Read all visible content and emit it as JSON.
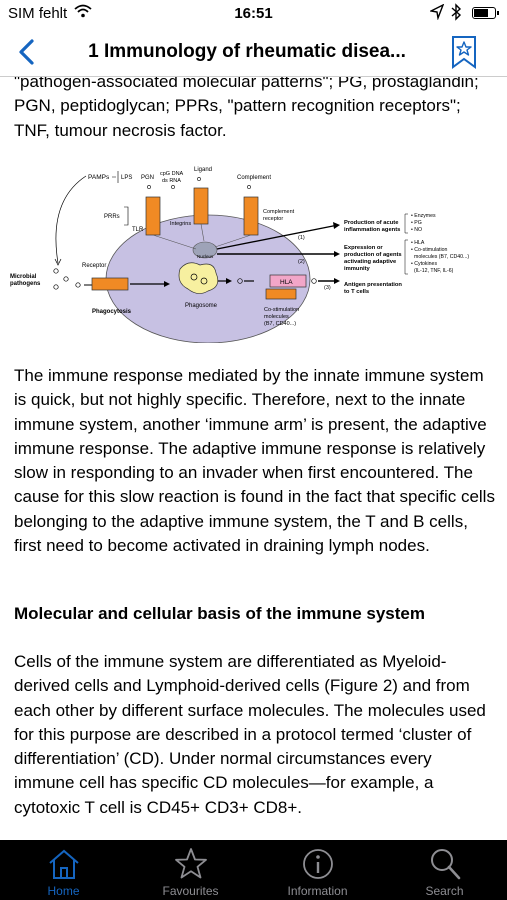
{
  "status": {
    "carrier": "SIM fehlt",
    "time": "16:51"
  },
  "nav": {
    "title": "1 Immunology of rheumatic disea..."
  },
  "article": {
    "para0": "\"pathogen-associated molecular patterns\"; PG, prostaglandin; PGN, peptidoglycan; PPRs, \"pattern recognition receptors\"; TNF, tumour necrosis factor.",
    "para1": "The immune response mediated by the innate immune system is quick, but not highly specific. Therefore, next to the innate immune system, another ‘immune arm’ is present, the adaptive immune response. The adaptive immune response is relatively slow in responding to an invader when first encountered. The cause for this slow reaction is found in the fact that specific cells belonging to the adaptive immune system, the T and B cells, first need to become activated in draining lymph nodes.",
    "heading": "Molecular and cellular basis of the immune system",
    "para2": "Cells of the immune system are differentiated as Myeloid-derived cells and Lymphoid-derived cells (Figure 2) and from each other by different surface molecules. The molecules used for this purpose are described in a protocol termed ‘cluster of differentiation’ (CD). Under normal circumstances every immune cell has specific CD molecules—for example, a cytotoxic T cell is CD45+ CD3+ CD8+."
  },
  "figure": {
    "pamps": "PAMPs",
    "lps": "LPS",
    "pgn": "PGN",
    "cpg1": "cpG DNA",
    "cpg2": "ds RNA",
    "ligand": "Ligand",
    "complement": "Complement",
    "prrs": "PRRs",
    "tlr": "TLR",
    "integrins": "Integrins",
    "nucleus": "Nucleus",
    "comp_rec1": "Complement",
    "comp_rec2": "receptor",
    "microbial1": "Microbial",
    "microbial2": "pathogens",
    "receptor": "Receptor",
    "phagocytosis": "Phagocytosis",
    "phagosome": "Phagosome",
    "hla": "HLA",
    "costim1": "Co-stimulation",
    "costim2": "molecules",
    "costim3": "(B7, CD40...)",
    "n1": "(1)",
    "n2": "(2)",
    "n3": "(3)",
    "out1a": "Production of acute",
    "out1b": "inflammation agents",
    "out2a": "Expression or",
    "out2b": "production of agents",
    "out2c": "activating adaptive",
    "out2d": "immunity",
    "out3a": "Antigen presentation",
    "out3b": "to T cells",
    "list1a": "• Enzymes",
    "list1b": "• PG",
    "list1c": "• NO",
    "list2a": "• HLA",
    "list2b": "• Co-stimulation",
    "list2c": "molecules (B7, CD40...)",
    "list2d": "• Cytokines",
    "list2e": "(IL-12, TNF, IL-6)"
  },
  "tabs": [
    {
      "label": "Home",
      "icon": "home-icon"
    },
    {
      "label": "Favourites",
      "icon": "star-icon"
    },
    {
      "label": "Information",
      "icon": "info-icon"
    },
    {
      "label": "Search",
      "icon": "search-icon"
    }
  ],
  "colors": {
    "accent": "#1565c0",
    "receptor": "#f08a24",
    "cell": "#c7c1e3",
    "hla": "#f2a6c8"
  }
}
